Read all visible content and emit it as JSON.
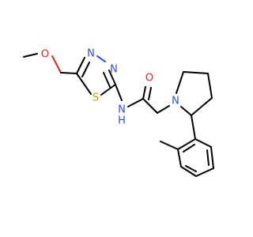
{
  "molecule": {
    "atoms": {
      "o_ether": "O",
      "n_thiadiazole_3": "N",
      "n_thiadiazole_4": "N",
      "s_thiadiazole": "S",
      "nh_amide_n": "N",
      "nh_amide_h": "H",
      "o_carbonyl": "O",
      "n_pyrrolidine": "N"
    },
    "colors": {
      "carbon": "#000000",
      "nitrogen": "#2f4cff",
      "oxygen": "#ff1a1a",
      "sulfur": "#b8a800"
    }
  }
}
